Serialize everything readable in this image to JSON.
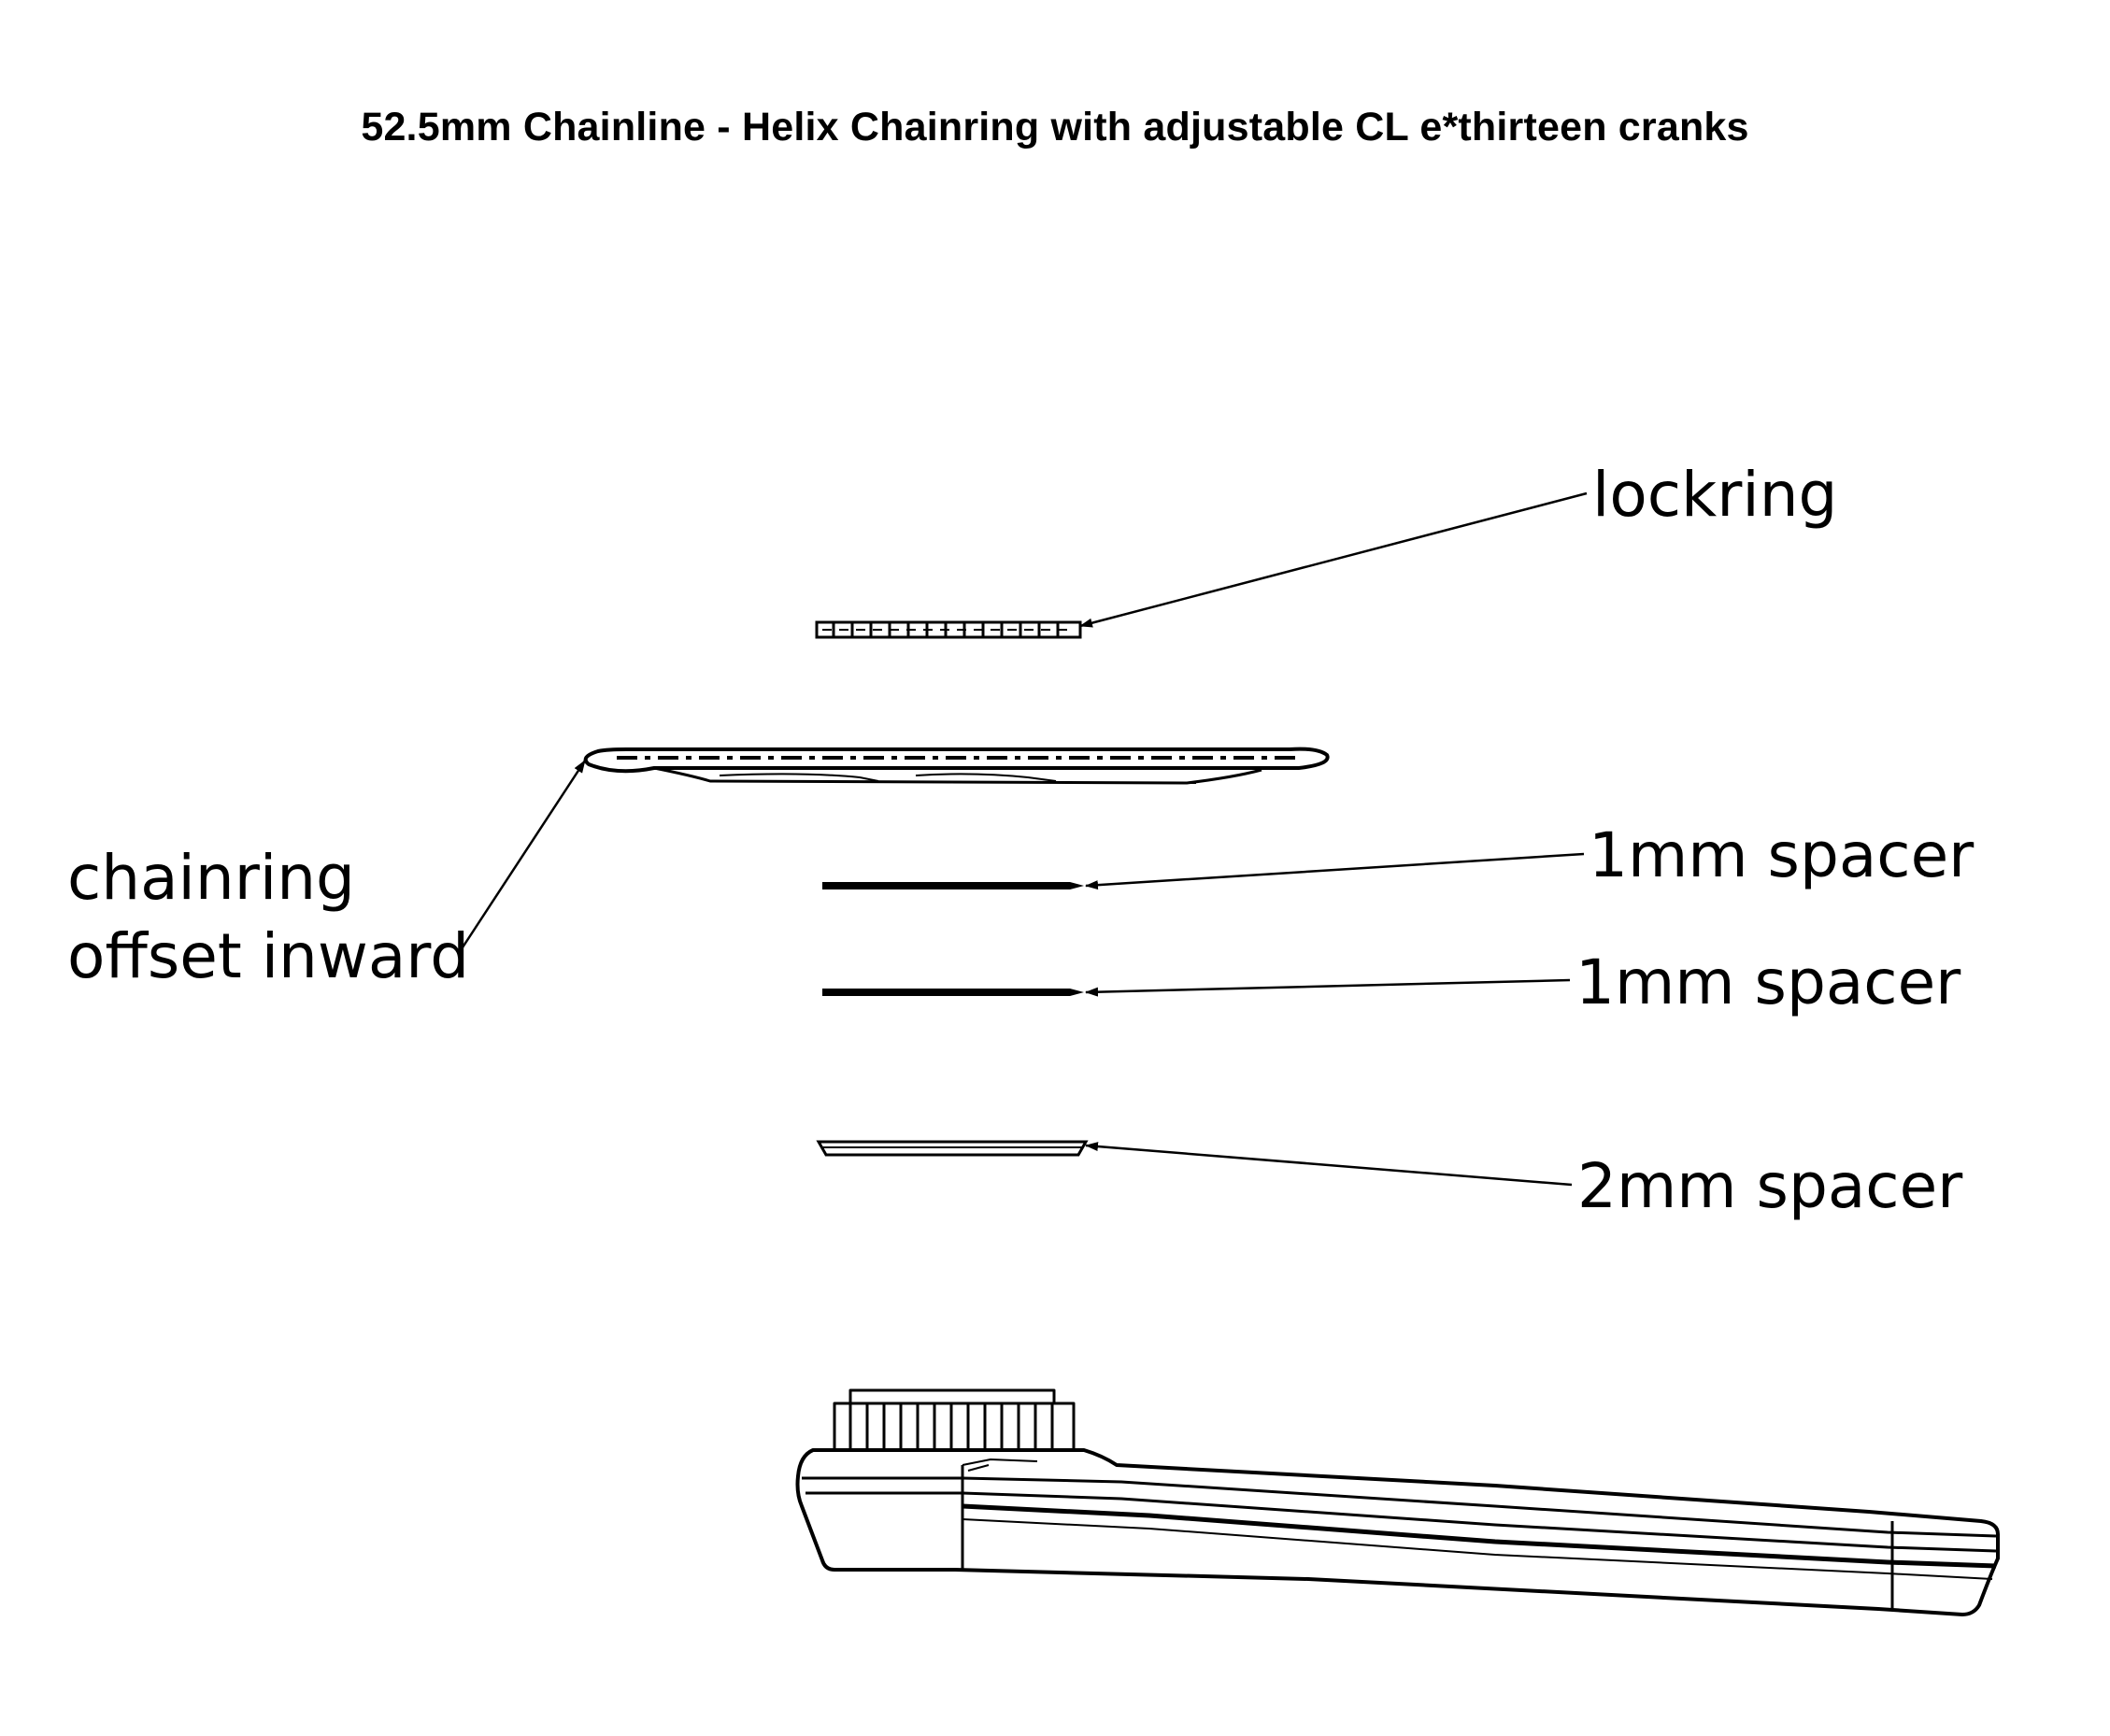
{
  "title": "52.5mm Chainline - Helix Chainring with adjustable CL e*thirteen cranks",
  "labels": {
    "lockring": "lockring",
    "chainring_line1": "chainring",
    "chainring_line2": "offset inward",
    "spacer_1mm_top": "1mm spacer",
    "spacer_1mm_bottom": "1mm spacer",
    "spacer_2mm": "2mm spacer"
  },
  "colors": {
    "ink": "#000000",
    "background": "#ffffff"
  }
}
